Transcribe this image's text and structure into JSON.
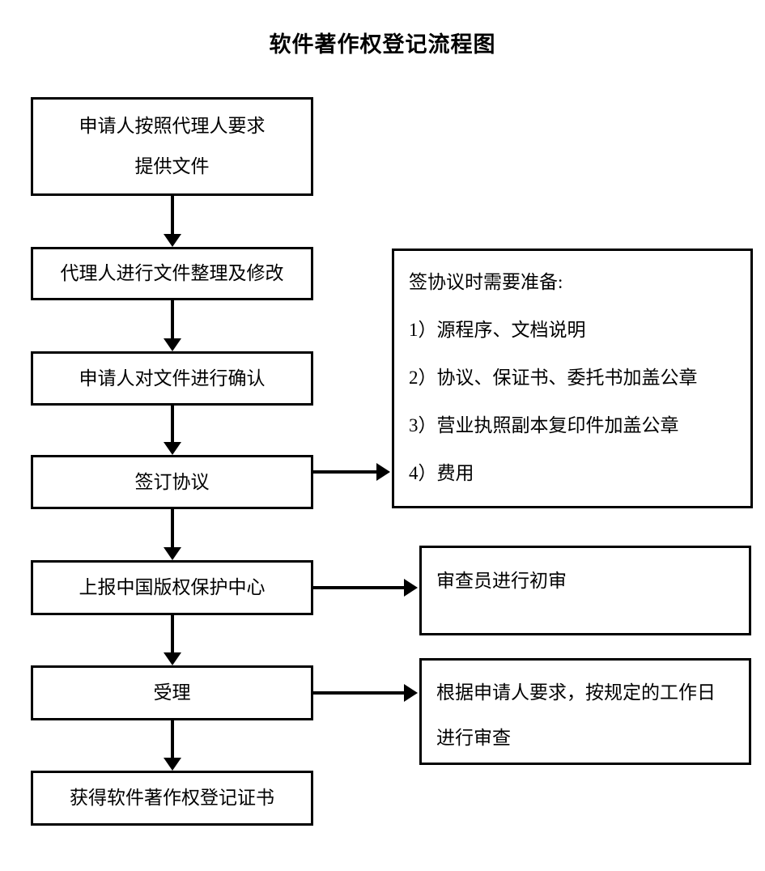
{
  "title": "软件著作权登记流程图",
  "colors": {
    "background": "#ffffff",
    "line": "#000000",
    "text": "#000000"
  },
  "flow": {
    "nodes": [
      {
        "id": "provide-docs",
        "lines": [
          "申请人按照代理人要求",
          "提供文件"
        ]
      },
      {
        "id": "agent-edit",
        "lines": [
          "代理人进行文件整理及修改"
        ]
      },
      {
        "id": "applicant-ok",
        "lines": [
          "申请人对文件进行确认"
        ]
      },
      {
        "id": "sign-agreement",
        "lines": [
          "签订协议"
        ]
      },
      {
        "id": "submit-center",
        "lines": [
          "上报中国版权保护中心"
        ]
      },
      {
        "id": "accept",
        "lines": [
          "受理"
        ]
      },
      {
        "id": "certificate",
        "lines": [
          "获得软件著作权登记证书"
        ]
      }
    ]
  },
  "notes": {
    "prepare": {
      "heading": "签协议时需要准备:",
      "items": [
        "1）源程序、文档说明",
        "2）协议、保证书、委托书加盖公章",
        "3）营业执照副本复印件加盖公章",
        "4）费用"
      ]
    },
    "first_review": {
      "lines": [
        "审查员进行初审"
      ]
    },
    "review_period": {
      "lines": [
        "根据申请人要求，按规定的工作日",
        "进行审查"
      ]
    }
  },
  "connectors": [
    {
      "id": "conn-1",
      "from": "provide-docs",
      "to": "agent-edit",
      "kind": "arrow-down"
    },
    {
      "id": "conn-2",
      "from": "agent-edit",
      "to": "applicant-ok",
      "kind": "arrow-down"
    },
    {
      "id": "conn-3",
      "from": "applicant-ok",
      "to": "sign-agreement",
      "kind": "arrow-down"
    },
    {
      "id": "conn-4",
      "from": "sign-agreement",
      "to": "submit-center",
      "kind": "arrow-down"
    },
    {
      "id": "conn-5",
      "from": "submit-center",
      "to": "accept",
      "kind": "arrow-down"
    },
    {
      "id": "conn-6",
      "from": "accept",
      "to": "certificate",
      "kind": "arrow-down"
    },
    {
      "id": "conn-sign-note",
      "from": "sign-agreement",
      "to": "prepare",
      "kind": "arrow-right"
    },
    {
      "id": "conn-submit-note",
      "from": "submit-center",
      "to": "first_review",
      "kind": "arrow-right"
    },
    {
      "id": "conn-accept-note",
      "from": "accept",
      "to": "review_period",
      "kind": "arrow-right"
    }
  ]
}
